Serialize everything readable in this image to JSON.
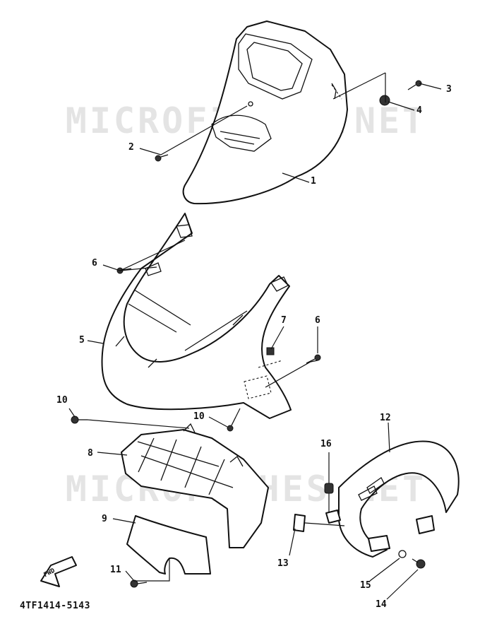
{
  "watermark": "MICROFICHES.NET",
  "diagram_code": "4TF1414-5143",
  "fwd_label": "FWD",
  "callouts": [
    {
      "id": "1",
      "text": "1"
    },
    {
      "id": "2",
      "text": "2"
    },
    {
      "id": "3",
      "text": "3"
    },
    {
      "id": "4",
      "text": "4"
    },
    {
      "id": "5",
      "text": "5"
    },
    {
      "id": "6a",
      "text": "6"
    },
    {
      "id": "6b",
      "text": "6"
    },
    {
      "id": "7",
      "text": "7"
    },
    {
      "id": "8",
      "text": "8"
    },
    {
      "id": "9",
      "text": "9"
    },
    {
      "id": "10a",
      "text": "10"
    },
    {
      "id": "10b",
      "text": "10"
    },
    {
      "id": "11",
      "text": "11"
    },
    {
      "id": "12",
      "text": "12"
    },
    {
      "id": "13",
      "text": "13"
    },
    {
      "id": "14",
      "text": "14"
    },
    {
      "id": "15",
      "text": "15"
    },
    {
      "id": "16",
      "text": "16"
    }
  ]
}
